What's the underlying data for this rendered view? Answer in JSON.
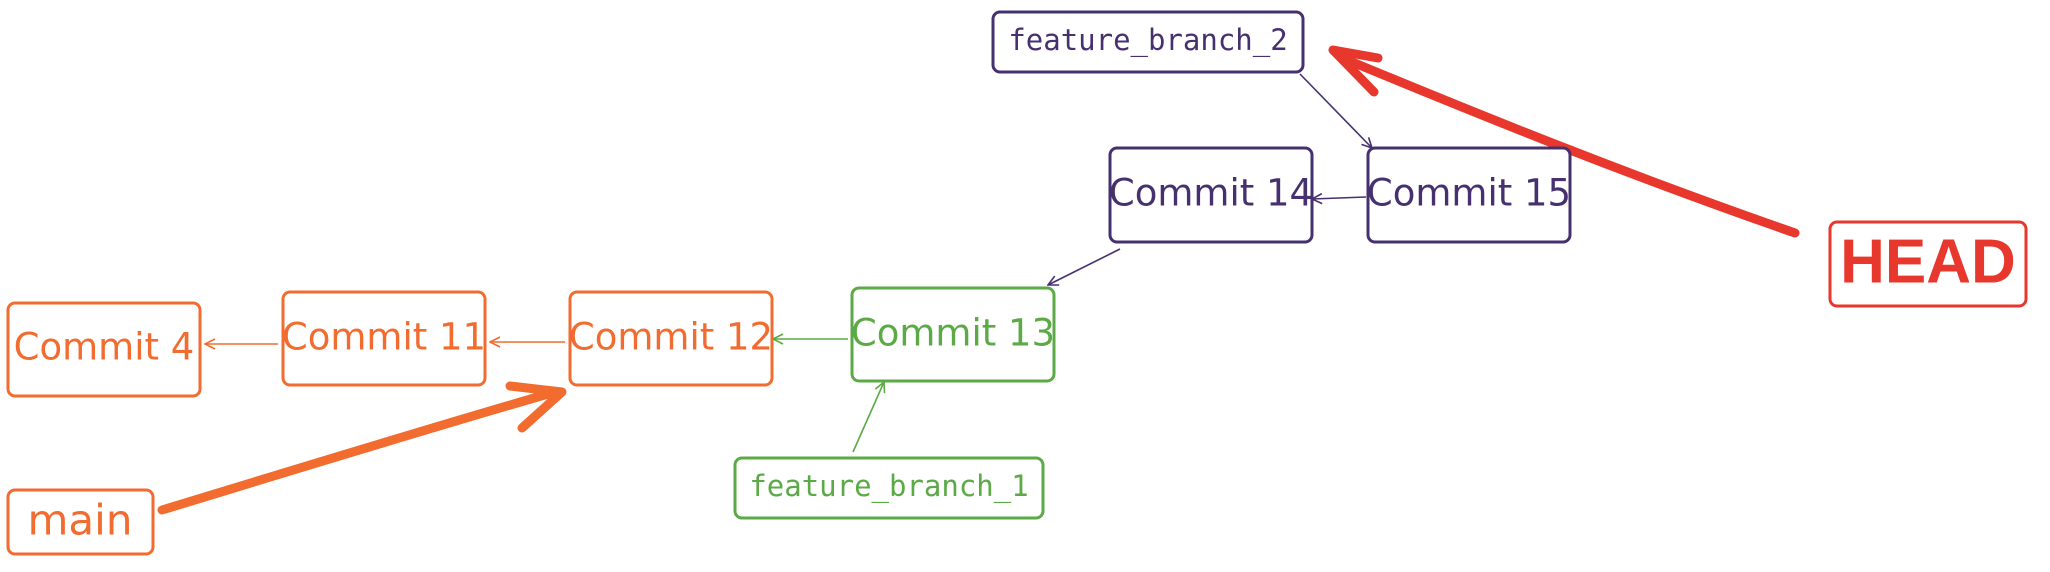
{
  "colors": {
    "main": "#F26B2F",
    "feature_1": "#5BAA46",
    "feature_2": "#46306F",
    "head": "#E8372D"
  },
  "commits": {
    "c4": "Commit 4",
    "c11": "Commit 11",
    "c12": "Commit 12",
    "c13": "Commit 13",
    "c14": "Commit 14",
    "c15": "Commit 15"
  },
  "branches": {
    "main": "main",
    "feature_1": "feature_branch_1",
    "feature_2": "feature_branch_2"
  },
  "head": {
    "label": "HEAD"
  }
}
